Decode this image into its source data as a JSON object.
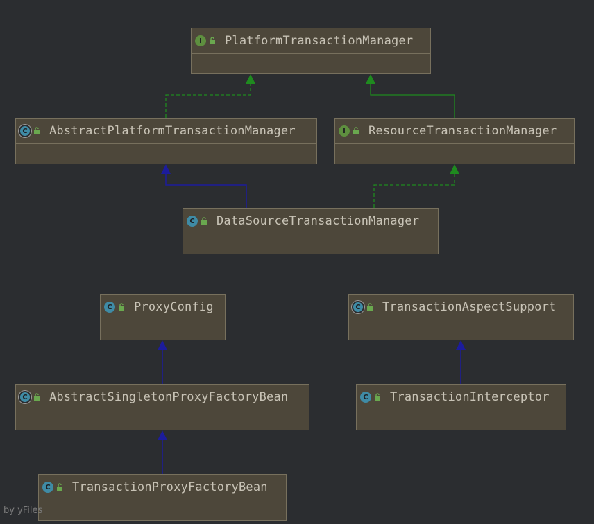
{
  "diagram": {
    "nodes": [
      {
        "id": "ptm",
        "label": "PlatformTransactionManager",
        "kind": "interface",
        "kind_letter": "I"
      },
      {
        "id": "aptm",
        "label": "AbstractPlatformTransactionManager",
        "kind": "abstract",
        "kind_letter": "C"
      },
      {
        "id": "rtm",
        "label": "ResourceTransactionManager",
        "kind": "interface",
        "kind_letter": "I"
      },
      {
        "id": "dstm",
        "label": "DataSourceTransactionManager",
        "kind": "class",
        "kind_letter": "C"
      },
      {
        "id": "pc",
        "label": "ProxyConfig",
        "kind": "class",
        "kind_letter": "C"
      },
      {
        "id": "tas",
        "label": "TransactionAspectSupport",
        "kind": "abstract",
        "kind_letter": "C"
      },
      {
        "id": "aspfb",
        "label": "AbstractSingletonProxyFactoryBean",
        "kind": "abstract",
        "kind_letter": "C"
      },
      {
        "id": "ti",
        "label": "TransactionInterceptor",
        "kind": "class",
        "kind_letter": "C"
      },
      {
        "id": "tpfb",
        "label": "TransactionProxyFactoryBean",
        "kind": "class",
        "kind_letter": "C"
      }
    ],
    "edges": [
      {
        "from": "aptm",
        "to": "ptm",
        "type": "implements"
      },
      {
        "from": "rtm",
        "to": "ptm",
        "type": "extends"
      },
      {
        "from": "dstm",
        "to": "aptm",
        "type": "extends"
      },
      {
        "from": "dstm",
        "to": "rtm",
        "type": "implements"
      },
      {
        "from": "aspfb",
        "to": "pc",
        "type": "extends"
      },
      {
        "from": "ti",
        "to": "tas",
        "type": "extends"
      },
      {
        "from": "tpfb",
        "to": "aspfb",
        "type": "extends"
      }
    ],
    "colors": {
      "implements": "#1f8a1f",
      "extends_class": "#1c1c9c",
      "extends_interface": "#1f8a1f",
      "interface_icon": "#5e8f3f",
      "class_icon": "#3f8ba5",
      "node_fill": "#4d473a",
      "background": "#2b2d30"
    }
  },
  "watermark": "by yFiles"
}
